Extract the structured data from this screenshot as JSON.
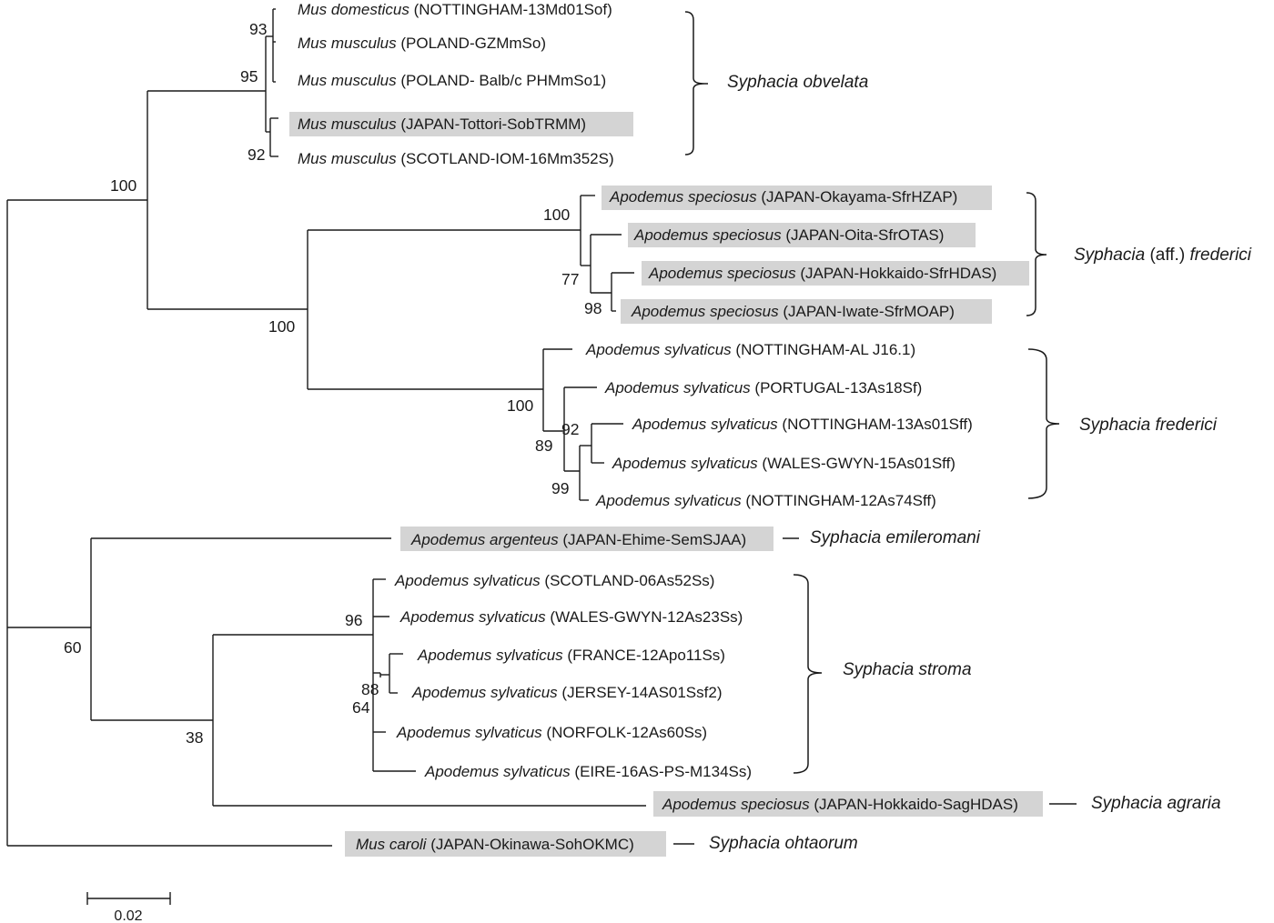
{
  "taxa": [
    {
      "species": "Mus domesticus",
      "label": "(NOTTINGHAM-13Md01Sof)",
      "highlighted": false
    },
    {
      "species": "Mus musculus",
      "label": "(POLAND-GZMmSo)",
      "highlighted": false
    },
    {
      "species": "Mus musculus",
      "label": "(POLAND- Balb/c PHMmSo1)",
      "highlighted": false
    },
    {
      "species": "Mus musculus",
      "label": "(JAPAN-Tottori-SobTRMM)",
      "highlighted": true
    },
    {
      "species": "Mus musculus",
      "label": "(SCOTLAND-IOM-16Mm352S)",
      "highlighted": false
    },
    {
      "species": "Apodemus speciosus",
      "label": "(JAPAN-Okayama-SfrHZAP)",
      "highlighted": true
    },
    {
      "species": "Apodemus speciosus",
      "label": "(JAPAN-Oita-SfrOTAS)",
      "highlighted": true
    },
    {
      "species": "Apodemus speciosus",
      "label": "(JAPAN-Hokkaido-SfrHDAS)",
      "highlighted": true
    },
    {
      "species": "Apodemus speciosus",
      "label": "(JAPAN-Iwate-SfrMOAP)",
      "highlighted": true
    },
    {
      "species": "Apodemus sylvaticus",
      "label": "(NOTTINGHAM-AL J16.1)",
      "highlighted": false
    },
    {
      "species": "Apodemus sylvaticus",
      "label": "(PORTUGAL-13As18Sf)",
      "highlighted": false
    },
    {
      "species": "Apodemus sylvaticus",
      "label": "(NOTTINGHAM-13As01Sff)",
      "highlighted": false
    },
    {
      "species": "Apodemus sylvaticus",
      "label": "(WALES-GWYN-15As01Sff)",
      "highlighted": false
    },
    {
      "species": "Apodemus sylvaticus",
      "label": "(NOTTINGHAM-12As74Sff)",
      "highlighted": false
    },
    {
      "species": "Apodemus argenteus",
      "label": "(JAPAN-Ehime-SemSJAA)",
      "highlighted": true
    },
    {
      "species": "Apodemus sylvaticus",
      "label": "(SCOTLAND-06As52Ss)",
      "highlighted": false
    },
    {
      "species": "Apodemus sylvaticus",
      "label": "(WALES-GWYN-12As23Ss)",
      "highlighted": false
    },
    {
      "species": "Apodemus sylvaticus",
      "label": "(FRANCE-12Apo11Ss)",
      "highlighted": false
    },
    {
      "species": "Apodemus sylvaticus",
      "label": "(JERSEY-14AS01Ssf2)",
      "highlighted": false
    },
    {
      "species": "Apodemus sylvaticus",
      "label": "(NORFOLK-12As60Ss)",
      "highlighted": false
    },
    {
      "species": "Apodemus sylvaticus",
      "label": "(EIRE-16AS-PS-M134Ss)",
      "highlighted": false
    },
    {
      "species": "Apodemus speciosus",
      "label": "(JAPAN-Hokkaido-SagHDAS)",
      "highlighted": true
    },
    {
      "species": "Mus caroli",
      "label": "(JAPAN-Okinawa-SohOKMC)",
      "highlighted": true
    }
  ],
  "support": [
    "93",
    "95",
    "92",
    "100",
    "100",
    "77",
    "98",
    "100",
    "100",
    "92",
    "89",
    "99",
    "60",
    "96",
    "88",
    "64",
    "38"
  ],
  "clades": [
    {
      "prefix": "Syphacia obvelata",
      "extra": "",
      "suffix": ""
    },
    {
      "prefix": "Syphacia",
      "extra": " (aff.) ",
      "suffix": "frederici"
    },
    {
      "prefix": "Syphacia frederici",
      "extra": "",
      "suffix": ""
    },
    {
      "prefix": "Syphacia emileromani",
      "extra": "",
      "suffix": ""
    },
    {
      "prefix": "Syphacia stroma",
      "extra": "",
      "suffix": ""
    },
    {
      "prefix": "Syphacia agraria",
      "extra": "",
      "suffix": ""
    },
    {
      "prefix": "Syphacia ohtaorum",
      "extra": "",
      "suffix": ""
    }
  ],
  "scale_bar": {
    "label": "0.02"
  }
}
